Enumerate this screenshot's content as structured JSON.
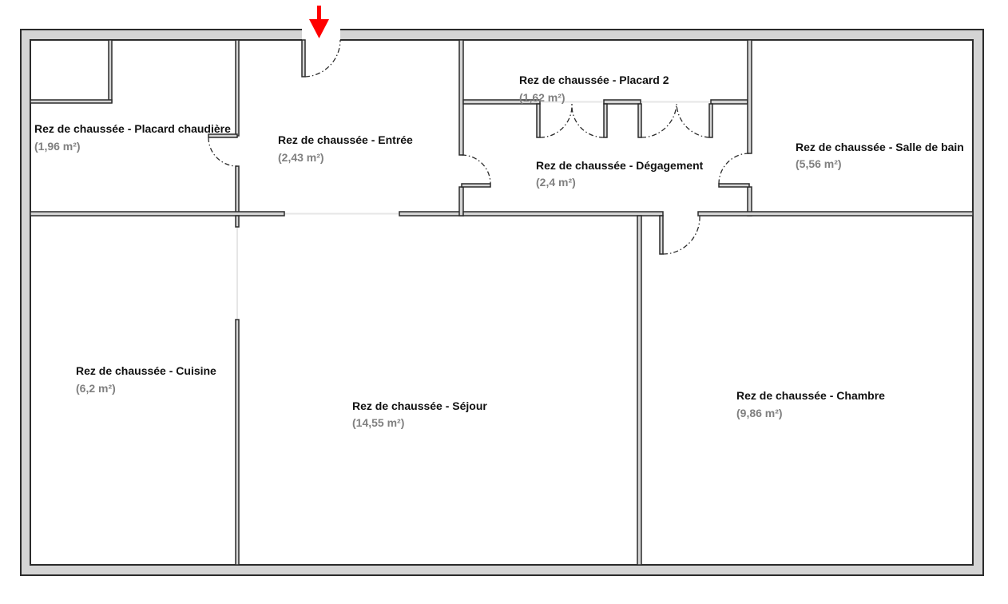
{
  "floor_plan": {
    "rooms": [
      {
        "id": "placard-chaudiere",
        "name": "Rez de chaussée - Placard  chaudière",
        "area": "(1,96 m²)"
      },
      {
        "id": "entree",
        "name": "Rez de chaussée - Entrée",
        "area": "(2,43 m²)"
      },
      {
        "id": "placard-2",
        "name": "Rez de chaussée - Placard 2",
        "area": "(1,62 m²)"
      },
      {
        "id": "degagement",
        "name": "Rez de chaussée - Dégagement",
        "area": "(2,4 m²)"
      },
      {
        "id": "salle-de-bain",
        "name": "Rez de chaussée - Salle de bain",
        "area": "(5,56 m²)"
      },
      {
        "id": "cuisine",
        "name": "Rez de chaussée - Cuisine",
        "area": "(6,2 m²)"
      },
      {
        "id": "sejour",
        "name": "Rez de chaussée - Séjour",
        "area": "(14,55 m²)"
      },
      {
        "id": "chambre",
        "name": "Rez de chaussée - Chambre",
        "area": "(9,86 m²)"
      }
    ],
    "colors": {
      "wall": "#d4d4d4",
      "wall_outline": "#2b2b2b",
      "entrance_arrow": "#ff0000",
      "room_name": "#111111",
      "room_area": "#808080"
    },
    "icons": {
      "entrance": "entrance-arrow-icon"
    }
  }
}
